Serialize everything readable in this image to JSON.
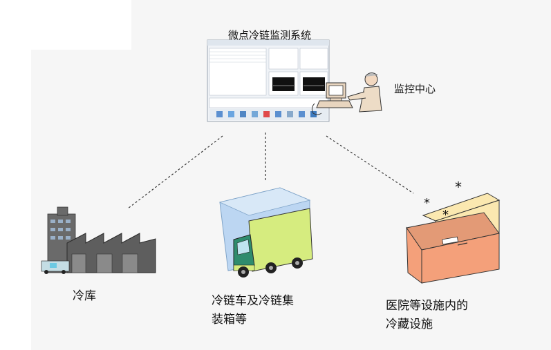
{
  "system_title": "微点冷链监测系统",
  "monitor_center": "监控中心",
  "cold_storage": "冷库",
  "truck_line1": "冷链车及冷链集",
  "truck_line2": "装箱等",
  "hospital_line1": "医院等设施内的",
  "hospital_line2": "冷藏设施",
  "colors": {
    "building": "#6b6b6b",
    "freezer_body": "#f4a07a",
    "freezer_lid": "#fbe8b0",
    "truck_cargo": "#d6ec7f",
    "truck_cab": "#2f8c6d",
    "container": "#bcd6f2"
  }
}
